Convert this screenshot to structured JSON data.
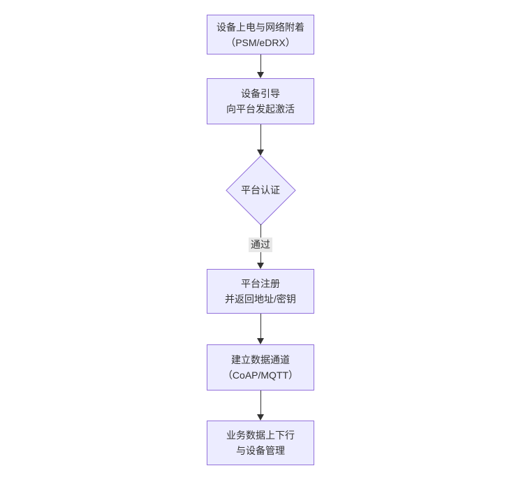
{
  "diagram": {
    "type": "flowchart",
    "direction": "top-down",
    "colors": {
      "node_fill": "#ECECFF",
      "node_border": "#9370DB",
      "text": "#333333",
      "arrow": "#333333",
      "edge_label_bg": "#e8e8e8",
      "background": "#ffffff"
    },
    "nodes": [
      {
        "id": "power-attach",
        "shape": "rect",
        "lines": [
          "设备上电与网络附着",
          "（PSM/eDRX）"
        ]
      },
      {
        "id": "bootstrap",
        "shape": "rect",
        "lines": [
          "设备引导",
          "向平台发起激活"
        ]
      },
      {
        "id": "platform-auth",
        "shape": "diamond",
        "lines": [
          "平台认证"
        ]
      },
      {
        "id": "platform-register",
        "shape": "rect",
        "lines": [
          "平台注册",
          "并返回地址/密钥"
        ]
      },
      {
        "id": "data-channel",
        "shape": "rect",
        "lines": [
          "建立数据通道",
          "（CoAP/MQTT）"
        ]
      },
      {
        "id": "business-data",
        "shape": "rect",
        "lines": [
          "业务数据上下行",
          "与设备管理"
        ]
      }
    ],
    "edges": [
      {
        "from": "power-attach",
        "to": "bootstrap",
        "label": ""
      },
      {
        "from": "bootstrap",
        "to": "platform-auth",
        "label": ""
      },
      {
        "from": "platform-auth",
        "to": "platform-register",
        "label": "通过"
      },
      {
        "from": "platform-register",
        "to": "data-channel",
        "label": ""
      },
      {
        "from": "data-channel",
        "to": "business-data",
        "label": ""
      }
    ]
  }
}
